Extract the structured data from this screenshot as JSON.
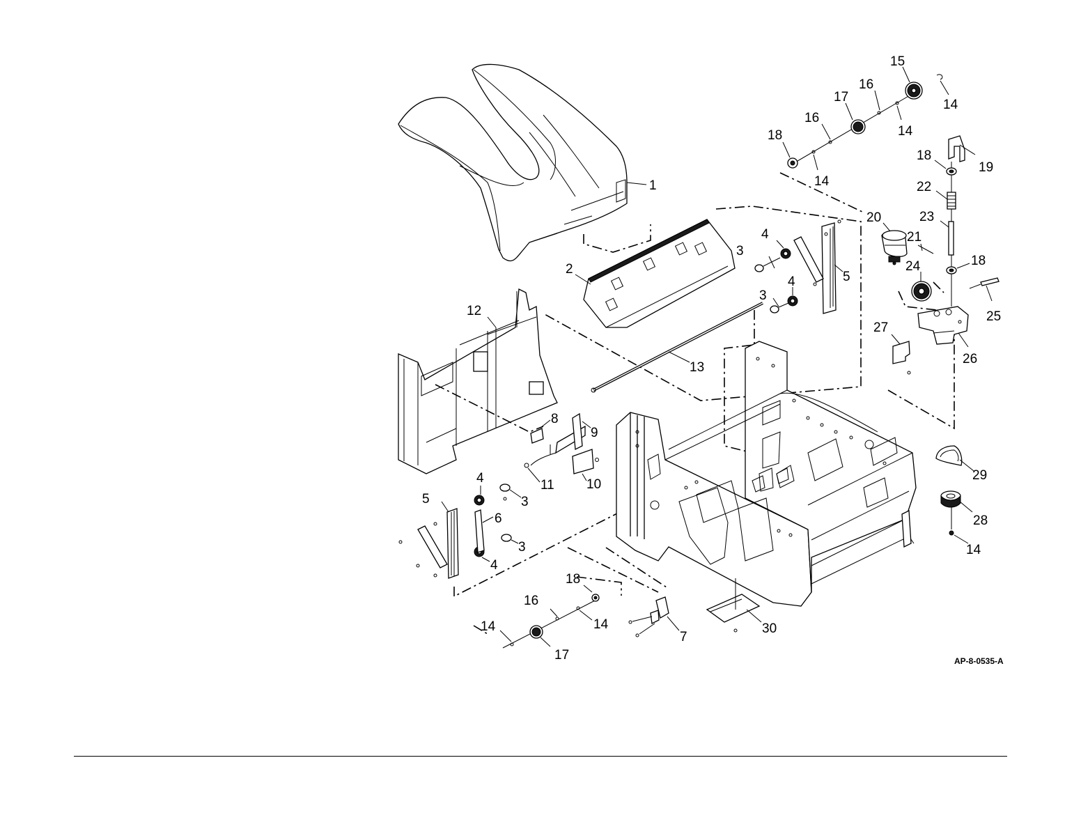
{
  "figure": {
    "reference_code": "AP-8-0535-A",
    "callouts": [
      {
        "id": "c1",
        "label": "1"
      },
      {
        "id": "c2",
        "label": "2"
      },
      {
        "id": "c3a",
        "label": "3"
      },
      {
        "id": "c3b",
        "label": "3"
      },
      {
        "id": "c3c",
        "label": "3"
      },
      {
        "id": "c3d",
        "label": "3"
      },
      {
        "id": "c4a",
        "label": "4"
      },
      {
        "id": "c4b",
        "label": "4"
      },
      {
        "id": "c4c",
        "label": "4"
      },
      {
        "id": "c4d",
        "label": "4"
      },
      {
        "id": "c5a",
        "label": "5"
      },
      {
        "id": "c5b",
        "label": "5"
      },
      {
        "id": "c6",
        "label": "6"
      },
      {
        "id": "c7",
        "label": "7"
      },
      {
        "id": "c8",
        "label": "8"
      },
      {
        "id": "c9",
        "label": "9"
      },
      {
        "id": "c10",
        "label": "10"
      },
      {
        "id": "c11",
        "label": "11"
      },
      {
        "id": "c12",
        "label": "12"
      },
      {
        "id": "c13",
        "label": "13"
      },
      {
        "id": "c14a",
        "label": "14"
      },
      {
        "id": "c14b",
        "label": "14"
      },
      {
        "id": "c14c",
        "label": "14"
      },
      {
        "id": "c14d",
        "label": "14"
      },
      {
        "id": "c14e",
        "label": "14"
      },
      {
        "id": "c14f",
        "label": "14"
      },
      {
        "id": "c15",
        "label": "15"
      },
      {
        "id": "c16a",
        "label": "16"
      },
      {
        "id": "c16b",
        "label": "16"
      },
      {
        "id": "c16c",
        "label": "16"
      },
      {
        "id": "c17a",
        "label": "17"
      },
      {
        "id": "c17b",
        "label": "17"
      },
      {
        "id": "c18a",
        "label": "18"
      },
      {
        "id": "c18b",
        "label": "18"
      },
      {
        "id": "c18c",
        "label": "18"
      },
      {
        "id": "c18d",
        "label": "18"
      },
      {
        "id": "c19",
        "label": "19"
      },
      {
        "id": "c20",
        "label": "20"
      },
      {
        "id": "c21",
        "label": "21"
      },
      {
        "id": "c22",
        "label": "22"
      },
      {
        "id": "c23",
        "label": "23"
      },
      {
        "id": "c24",
        "label": "24"
      },
      {
        "id": "c25",
        "label": "25"
      },
      {
        "id": "c26",
        "label": "26"
      },
      {
        "id": "c27",
        "label": "27"
      },
      {
        "id": "c28",
        "label": "28"
      },
      {
        "id": "c29",
        "label": "29"
      },
      {
        "id": "c30",
        "label": "30"
      }
    ]
  }
}
